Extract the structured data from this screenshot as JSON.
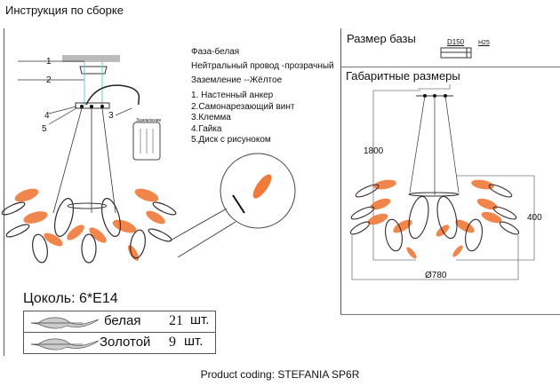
{
  "title": "Инструкция по сборке",
  "wiring": {
    "phase": "Фаза-белая",
    "neutral": "Нейтральный провод -прозрачный",
    "ground": "Заземление --Жёлтое",
    "terminal_label": "Заземление"
  },
  "parts": [
    "1. Настенный анкер",
    "2.Самонарезающий винт",
    "3.Клемма",
    "4.Гайка",
    "5.Диск с рисуноком"
  ],
  "callouts": [
    "1",
    "2",
    "3",
    "4",
    "5"
  ],
  "base_size": {
    "title": "Размер базы",
    "diameter": "D150",
    "height": "H25"
  },
  "dimensions": {
    "title": "Габаритные размеры",
    "height_total": "1800",
    "height_body": "400",
    "diameter": "Ø780"
  },
  "socket": "Цоколь:  6*E14",
  "leaves": [
    {
      "name": "белая",
      "count": "21",
      "unit": "шт."
    },
    {
      "name": "Золотой",
      "count": "9",
      "unit": "шт."
    }
  ],
  "footer": "Product coding: STEFANIA SP6R",
  "colors": {
    "leaf_orange": "#f07a3a",
    "leaf_dark": "#2a2020",
    "line": "#555555"
  }
}
